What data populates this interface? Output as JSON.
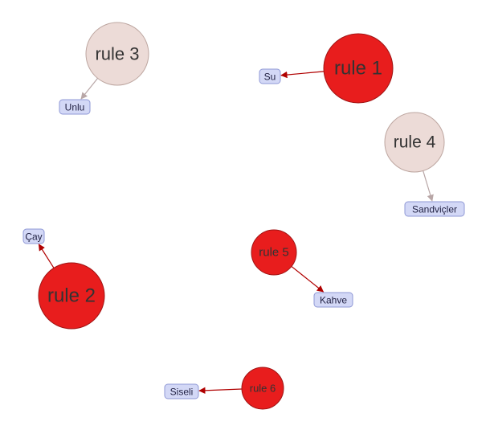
{
  "colors": {
    "strong": "#e81d1d",
    "strong_stroke": "#a01414",
    "weak": "#ecdbd7",
    "weak_stroke": "#bda6a0",
    "edge_strong": "#b00000",
    "edge_weak": "#b8a6a6",
    "item_fill": "#d3d8f6",
    "item_stroke": "#8f98d6"
  },
  "graph": {
    "rules": [
      {
        "id": "rule-1",
        "label": "rule 1",
        "strength": "strong"
      },
      {
        "id": "rule-2",
        "label": "rule 2",
        "strength": "strong"
      },
      {
        "id": "rule-3",
        "label": "rule 3",
        "strength": "weak"
      },
      {
        "id": "rule-4",
        "label": "rule 4",
        "strength": "weak"
      },
      {
        "id": "rule-5",
        "label": "rule 5",
        "strength": "strong"
      },
      {
        "id": "rule-6",
        "label": "rule 6",
        "strength": "strong"
      }
    ],
    "items": [
      {
        "id": "su",
        "label": "Su"
      },
      {
        "id": "cay",
        "label": "Çay"
      },
      {
        "id": "unlu",
        "label": "Unlu"
      },
      {
        "id": "sandvicler",
        "label": "Sandviçler"
      },
      {
        "id": "kahve",
        "label": "Kahve"
      },
      {
        "id": "siseli",
        "label": "Siseli"
      }
    ],
    "edges": [
      {
        "from": "rule-1",
        "to": "su"
      },
      {
        "from": "rule-2",
        "to": "cay"
      },
      {
        "from": "rule-3",
        "to": "unlu"
      },
      {
        "from": "rule-4",
        "to": "sandvicler"
      },
      {
        "from": "rule-5",
        "to": "kahve"
      },
      {
        "from": "rule-6",
        "to": "siseli"
      }
    ]
  }
}
